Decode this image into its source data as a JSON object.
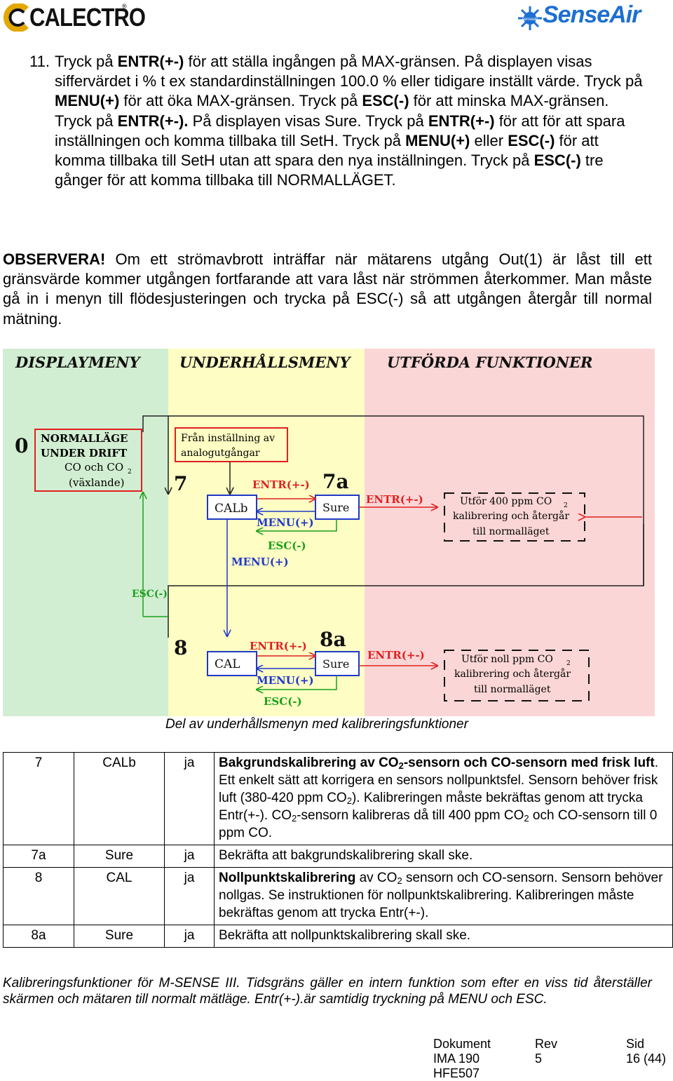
{
  "header": {
    "logo_left": "CALECTRO",
    "logo_left_mark": "®",
    "logo_right": "SenseAir",
    "logo_right_mark": "senseair"
  },
  "step11": {
    "number": "11.",
    "parts": [
      {
        "t": "Tryck på "
      },
      {
        "t": "ENTR(+-)",
        "b": true
      },
      {
        "t": " för att ställa ingången på MAX-gränsen. På displayen visas siffervärdet i % t ex standardinställningen 100.0 % eller tidigare inställt värde. Tryck på "
      },
      {
        "t": "MENU(+)",
        "b": true
      },
      {
        "t": " för att öka MAX-gränsen. Tryck på "
      },
      {
        "t": "ESC(-)",
        "b": true
      },
      {
        "t": " för att minska MAX-gränsen. Tryck på "
      },
      {
        "t": "ENTR(+-).",
        "b": true
      },
      {
        "t": " På displayen visas Sure. Tryck på "
      },
      {
        "t": "ENTR(+-)",
        "b": true
      },
      {
        "t": " för att för att spara inställningen och komma tillbaka till SetH. Tryck på "
      },
      {
        "t": "MENU(+)",
        "b": true
      },
      {
        "t": " eller "
      },
      {
        "t": "ESC(-)",
        "b": true
      },
      {
        "t": " för att komma tillbaka till SetH utan att spara den nya inställningen. Tryck på "
      },
      {
        "t": "ESC(-)",
        "b": true
      },
      {
        "t": " tre gånger för att komma tillbaka till NORMALLÄGET."
      }
    ]
  },
  "observera": {
    "label": "OBSERVERA!",
    "text": " Om ett strömavbrott inträffar när mätarens utgång Out(1) är låst till ett gränsvärde kommer utgången fortfarande att vara låst när strömmen återkommer. Man måste gå in i menyn till flödesjusteringen och trycka på ESC(-) så att utgången återgår till normal mätning."
  },
  "diagram": {
    "colors": {
      "blue_zone": "#d2eed2",
      "yellow_zone": "#fdfdc4",
      "pink_zone": "#fbd6d6",
      "red": "#e02020",
      "blue": "#1f38c8",
      "green": "#1aa01a",
      "title": "#111"
    },
    "col_titles": [
      "DISPLAYMENY",
      "UNDERHÅLLSMENY",
      "UTFÖRDA FUNKTIONER"
    ],
    "state0_num": "0",
    "state0_lines": [
      "NORMALLÄGE",
      "UNDER DRIFT",
      "CO och CO",
      "2",
      "(växlande)"
    ],
    "from_setting": [
      "Från inställning av",
      "analogutgångar"
    ],
    "state7": "7",
    "state7a": "7a",
    "state8": "8",
    "state8a": "8a",
    "box_calb": "CALb",
    "box_cal": "CAL",
    "box_sure": "Sure",
    "entr": "ENTR(+-)",
    "menu": "MENU(+)",
    "esc": "ESC(-)",
    "result7_lines": [
      "Utför 400 ppm CO",
      "2",
      "kalibrering och återgår",
      "till normalläget"
    ],
    "result8_lines": [
      "Utför noll ppm CO",
      "2",
      "kalibrering och återgår",
      "till normalläget"
    ]
  },
  "caption": "Del av underhållsmenyn med kalibreringsfunktioner",
  "table": {
    "rows": [
      {
        "id": "7",
        "code": "CALb",
        "flag": "ja"
      },
      {
        "id": "7a",
        "code": "Sure",
        "flag": "ja",
        "desc": "Bekräfta att bakgrundskalibrering skall ske."
      },
      {
        "id": "8",
        "code": "CAL",
        "flag": "ja"
      },
      {
        "id": "8a",
        "code": "Sure",
        "flag": "ja",
        "desc": "Bekräfta att nollpunktskalibrering skall ske."
      }
    ],
    "row7": {
      "b1": "Bakgrundskalibrering av CO",
      "sub1": "2",
      "b2": "-sensorn och CO-sensorn med frisk luft",
      "t1": ". Ett enkelt sätt att korrigera en sensors nollpunktsfel. Sensorn behöver frisk luft (380-420 ppm CO",
      "sub2": "2",
      "t2": "). Kalibreringen måste bekräftas genom att trycka Entr(+-). CO",
      "sub3": "2",
      "t3": "-sensorn kalibreras då till 400 ppm CO",
      "sub4": "2",
      "t4": " och CO-sensorn till 0 ppm CO."
    },
    "row8": {
      "b1": "Nollpunktskalibrering",
      "t1": " av CO",
      "sub1": "2",
      "t2": " sensorn och CO-sensorn. Sensorn behöver nollgas. Se instruktionen för nollpunktskalibrering. Kalibreringen måste bekräftas genom att trycka Entr(+-)."
    }
  },
  "note": "Kalibreringsfunktioner för M-SENSE III. Tidsgräns gäller en intern funktion som efter en viss tid återställer skärmen och mätaren till normalt mätläge. Entr(+-).är samtidig tryckning på MENU och ESC.",
  "footer": {
    "labels": [
      "Dokument",
      "Rev",
      "Sid"
    ],
    "values": [
      "IMA 190",
      "5",
      "16 (44)"
    ],
    "doc2": "HFE507"
  }
}
